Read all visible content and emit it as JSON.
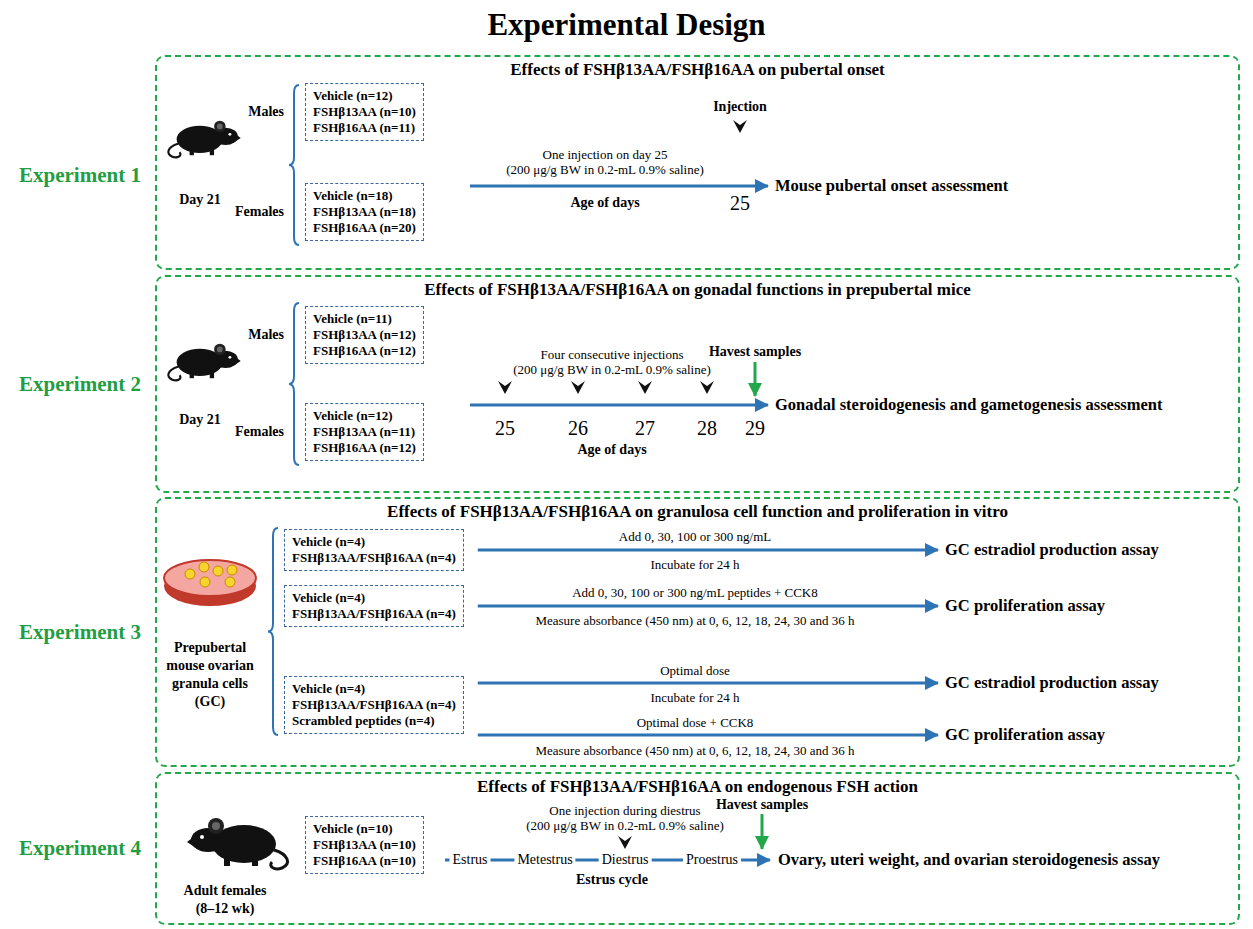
{
  "diagram": {
    "title": "Experimental Design",
    "nodes": [
      {
        "text": [
          "Effects of FSHβ13AA/FSHβ16AA on pubertal onset"
        ]
      },
      {
        "text": [
          "Vehicle (n=12)",
          "FSHβ13AA (n=10)",
          "FSHβ16AA (n=11)"
        ],
        "in": 0
      },
      {
        "text": [
          "Vehicle (n=18)",
          "FSHβ13AA (n=18)",
          "FSHβ16AA (n=20)"
        ],
        "in": 0
      },
      {
        "text": [
          "Effects of FSHβ13AA/FSHβ16AA on gonadal functions in prepubertal mice"
        ]
      },
      {
        "text": [
          "Vehicle (n=11)",
          "FSHβ13AA (n=12)",
          "FSHβ16AA (n=12)"
        ],
        "in": 3
      },
      {
        "text": [
          "Vehicle (n=12)",
          "FSHβ13AA (n=11)",
          "FSHβ16AA (n=12)"
        ],
        "in": 3
      },
      {
        "text": [
          "Effects of FSHβ13AA/FSHβ16AA on granulosa cell function and proliferation in vitro"
        ]
      },
      {
        "text": [
          "Vehicle (n=4)",
          "FSHβ13AA/FSHβ16AA (n=4)"
        ],
        "in": 6
      },
      {
        "text": [
          "Vehicle (n=4)",
          "FSHβ13AA/FSHβ16AA (n=4)"
        ],
        "in": 6
      },
      {
        "text": [
          "Vehicle (n=4)",
          "FSHβ13AA/FSHβ16AA (n=4)",
          "Scrambled peptides (n=4)"
        ],
        "in": 6
      },
      {
        "text": [
          "Effects of FSHβ13AA/FSHβ16AA on endogenous FSH action"
        ]
      },
      {
        "text": [
          "Vehicle (n=10)",
          "FSHβ13AA (n=10)",
          "FSHβ16AA (n=10)"
        ],
        "in": 10
      }
    ],
    "labels": [
      "Experiment 1",
      "Day 21",
      "Males",
      "Females",
      "Injection",
      "One injection on day 25 (200 μg/g BW in 0.2-mL 0.9% saline)",
      "Age of days",
      "25",
      "Mouse pubertal onset assessment",
      "Experiment 2",
      "Day 21",
      "Males",
      "Females",
      "Four consecutive injections (200 μg/g BW in 0.2-mL 0.9% saline)",
      "Havest samples",
      "25",
      "26",
      "27",
      "28",
      "29",
      "Age of days",
      "Gonadal steroidogenesis and gametogenesis assessment",
      "Experiment 3",
      "Prepubertal mouse ovarian granula cells (GC)",
      "Add 0, 30, 100 or 300 ng/mL",
      "Incubate for 24 h",
      "GC estradiol production assay",
      "Add 0, 30, 100 or 300 ng/mL peptides + CCK8",
      "Measure absorbance (450 nm) at 0, 6, 12, 18, 24, 30 and 36 h",
      "GC proliferation assay",
      "Optimal dose",
      "Incubate for 24 h",
      "GC estradiol production assay",
      "Optimal dose + CCK8",
      "Measure absorbance (450 nm) at 0, 6, 12, 18, 24, 30 and 36 h",
      "GC proliferation assay",
      "Experiment 4",
      "Adult females (8–12 wk)",
      "One injection during diestrus (200 μg/g BW in 0.2-mL 0.9% saline)",
      "Havest samples",
      "Estrus",
      "Metestrus",
      "Diestrus",
      "Proestrus",
      "Estrus cycle",
      "Ovary, uteri weight, and ovarian steroidogenesis assay"
    ]
  }
}
